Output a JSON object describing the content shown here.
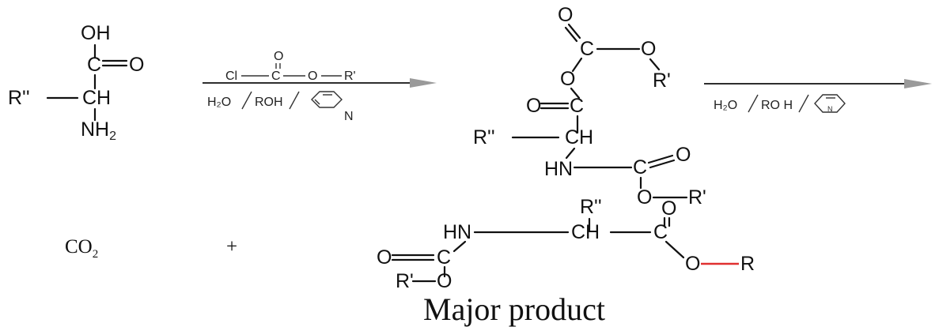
{
  "atoms": {
    "oh": "OH",
    "c": "C",
    "o": "O",
    "ch": "CH",
    "nh2": "NH",
    "sub2": "2",
    "hn": "HN",
    "r2": "R''",
    "r1": "R'",
    "r": "R",
    "cl": "Cl",
    "n": "N"
  },
  "reagents": {
    "h2o": "H₂O",
    "roh_a": "ROH",
    "roh_b": "RO H"
  },
  "byproduct": {
    "co": "CO",
    "sub2": "2",
    "plus": "+"
  },
  "caption": "Major product",
  "colors": {
    "ink": "#111111",
    "arrow_head": "#9a9a9a",
    "highlight_bond": "#e03030"
  }
}
